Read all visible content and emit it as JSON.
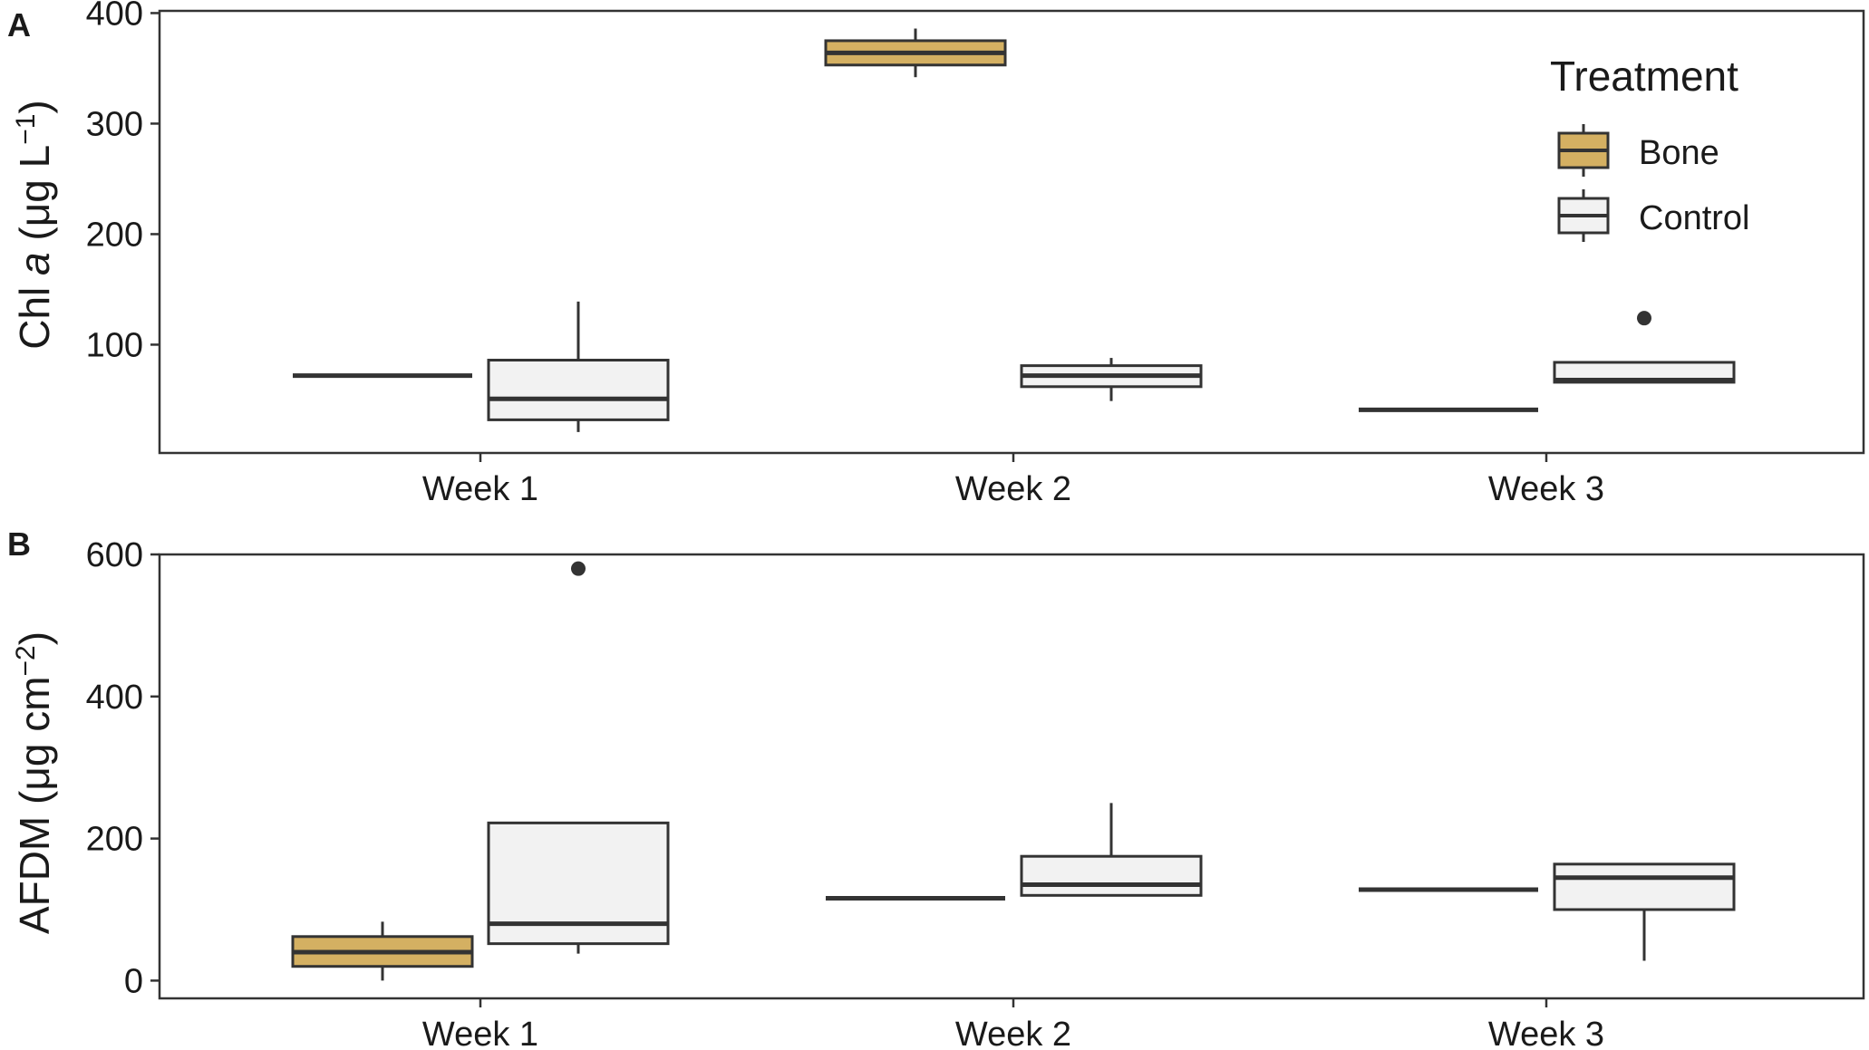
{
  "chart_data": [
    {
      "panel": "A",
      "type": "boxplot",
      "ylabel": {
        "prefix": "Chl ",
        "italic": "a",
        "suffix": "  (μg L",
        "sup": "−1",
        "close": ")"
      },
      "yticks": [
        100,
        200,
        300,
        400
      ],
      "ylim": [
        2,
        402
      ],
      "categories": [
        "Week 1",
        "Week 2",
        "Week 3"
      ],
      "series": [
        {
          "name": "Bone",
          "color": "#d4b062",
          "boxes": [
            {
              "min": 72,
              "q1": 72,
              "median": 72,
              "q3": 72,
              "max": 72,
              "outliers": []
            },
            {
              "min": 342,
              "q1": 353,
              "median": 364,
              "q3": 375,
              "max": 386,
              "outliers": []
            },
            {
              "min": 41,
              "q1": 41,
              "median": 41,
              "q3": 41,
              "max": 41,
              "outliers": []
            }
          ]
        },
        {
          "name": "Control",
          "color": "#f2f2f2",
          "boxes": [
            {
              "min": 21,
              "q1": 32,
              "median": 51,
              "q3": 86,
              "max": 139,
              "outliers": []
            },
            {
              "min": 49,
              "q1": 62,
              "median": 72,
              "q3": 81,
              "max": 88,
              "outliers": []
            },
            {
              "min": 66,
              "q1": 66,
              "median": 68,
              "q3": 84,
              "max": 84,
              "outliers": [
                124
              ]
            }
          ]
        }
      ],
      "legend": {
        "title": "Treatment",
        "position": "top-right"
      },
      "grid": false
    },
    {
      "panel": "B",
      "type": "boxplot",
      "ylabel": {
        "prefix": "AFDM  (μg cm",
        "italic": "",
        "suffix": "",
        "sup": "−2",
        "close": ")"
      },
      "yticks": [
        0,
        200,
        400,
        600
      ],
      "ylim": [
        -25,
        600
      ],
      "categories": [
        "Week 1",
        "Week 2",
        "Week 3"
      ],
      "series": [
        {
          "name": "Bone",
          "color": "#d4b062",
          "boxes": [
            {
              "min": 0,
              "q1": 20,
              "median": 40,
              "q3": 62,
              "max": 83,
              "outliers": []
            },
            {
              "min": 116,
              "q1": 116,
              "median": 116,
              "q3": 116,
              "max": 116,
              "outliers": []
            },
            {
              "min": 128,
              "q1": 128,
              "median": 128,
              "q3": 128,
              "max": 128,
              "outliers": []
            }
          ]
        },
        {
          "name": "Control",
          "color": "#f2f2f2",
          "boxes": [
            {
              "min": 38,
              "q1": 52,
              "median": 80,
              "q3": 222,
              "max": 222,
              "outliers": [
                580
              ]
            },
            {
              "min": 120,
              "q1": 120,
              "median": 135,
              "q3": 175,
              "max": 250,
              "outliers": []
            },
            {
              "min": 28,
              "q1": 100,
              "median": 145,
              "q3": 164,
              "max": 164,
              "outliers": []
            }
          ]
        }
      ],
      "grid": false
    }
  ]
}
